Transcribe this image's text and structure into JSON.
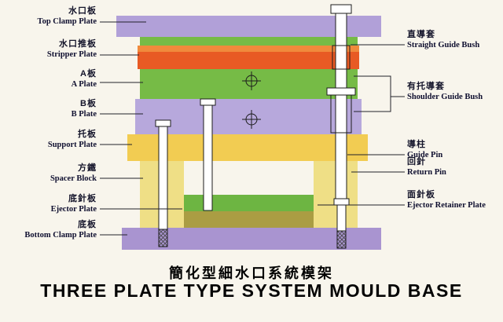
{
  "title": {
    "zh": "簡化型細水口系統模架",
    "en": "THREE PLATE TYPE SYSTEM MOULD BASE"
  },
  "labels": {
    "left": [
      {
        "zh": "水口板",
        "en": "Top Clamp Plate"
      },
      {
        "zh": "水口推板",
        "en": "Stripper Plate"
      },
      {
        "zh": "A板",
        "en": "A Plate"
      },
      {
        "zh": "B板",
        "en": "B Plate"
      },
      {
        "zh": "托板",
        "en": "Support Plate"
      },
      {
        "zh": "方鐵",
        "en": "Spacer Block"
      },
      {
        "zh": "底針板",
        "en": "Ejector Plate"
      },
      {
        "zh": "底板",
        "en": "Bottom Clamp Plate"
      }
    ],
    "right": [
      {
        "zh": "直導套",
        "en": "Straight Guide Bush"
      },
      {
        "zh": "有托導套",
        "en": "Shoulder Guide Bush"
      },
      {
        "zh": "導柱",
        "en": "Guide Pin"
      },
      {
        "zh": "回針",
        "en": "Return Pin"
      },
      {
        "zh": "面針板",
        "en": "Ejector Retainer Plate"
      }
    ]
  },
  "colors": {
    "top_clamp": "#b1a0d8",
    "stripper_top": "#f08a3c",
    "stripper": "#e85a24",
    "a_plate": "#76bb46",
    "b_plate": "#b7a8dc",
    "support": "#f2cc52",
    "spacer": "#efdf86",
    "retainer": "#6db542",
    "ejector": "#aa9d43",
    "bottom_clamp": "#a994d0",
    "pin_fill": "#ffffff",
    "line": "#1c1c1c"
  }
}
